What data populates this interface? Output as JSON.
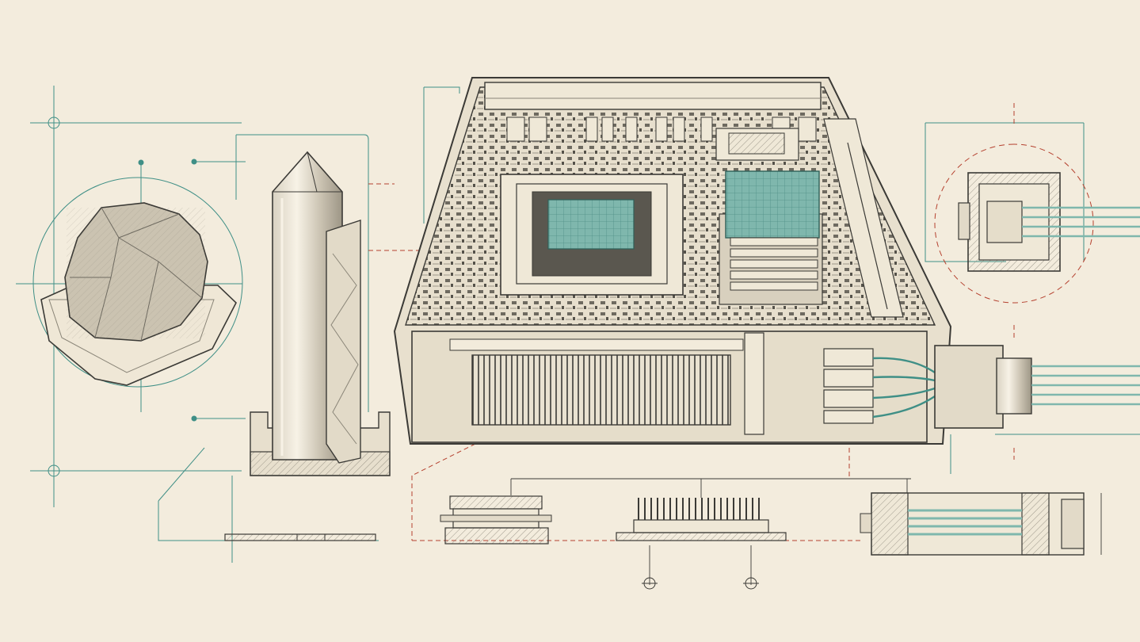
{
  "palette": {
    "paper": "#f3ecdd",
    "ink": "#3b3a36",
    "ink_light": "#8a8578",
    "teal": "#3f8f86",
    "teal_fill": "#7fb7ad",
    "red": "#b5412f"
  },
  "components": [
    {
      "id": "raw-mineral-chunk",
      "icon": "rock-in-tray-icon"
    },
    {
      "id": "refined-crystal-ingot",
      "icon": "pointed-ingot-icon"
    },
    {
      "id": "server-board-chassis",
      "icon": "open-chassis-icon"
    },
    {
      "id": "fiber-optic-connector",
      "icon": "connector-cross-section-icon"
    }
  ],
  "details": [
    {
      "id": "wafer-base-plate",
      "icon": "flat-plate-icon"
    },
    {
      "id": "chip-package-section",
      "icon": "chip-section-icon"
    },
    {
      "id": "heatsink-fins-section",
      "icon": "heatsink-icon"
    },
    {
      "id": "connector-side-section",
      "icon": "connector-section-icon"
    }
  ]
}
